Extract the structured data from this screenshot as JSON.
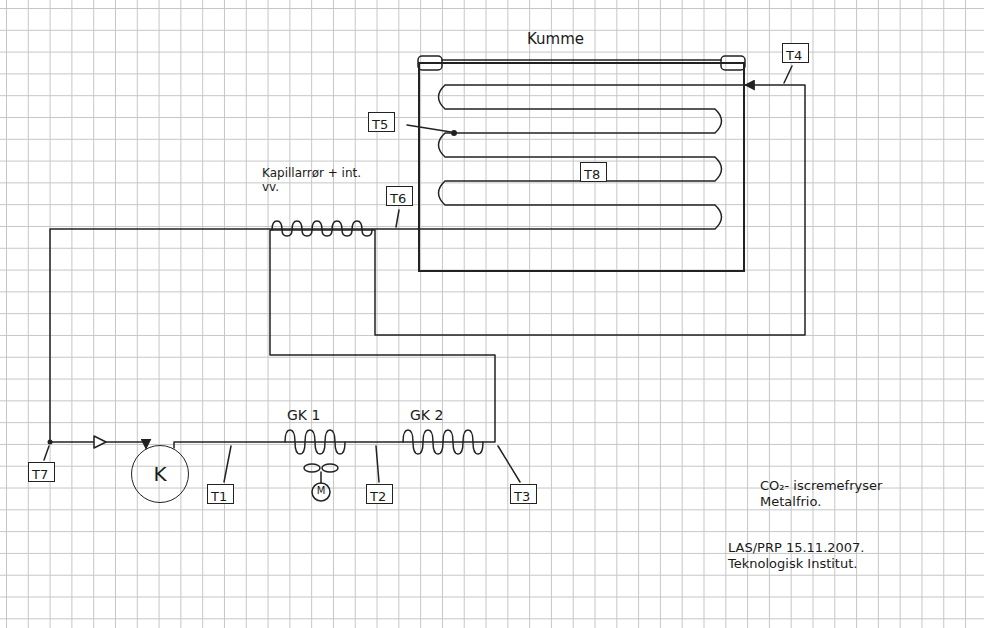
{
  "diagram": {
    "nodes": [
      {
        "text": [
          "Kumme"
        ]
      },
      {
        "text": [
          "T4"
        ]
      },
      {
        "text": [
          "T5"
        ]
      },
      {
        "text": [
          "T8"
        ],
        "in": 0
      },
      {
        "text": [
          "T6"
        ]
      },
      {
        "text": [
          "T7"
        ]
      },
      {
        "text": [
          "K"
        ]
      },
      {
        "text": [
          "T1"
        ]
      },
      {
        "text": [
          "T2"
        ]
      },
      {
        "text": [
          "T3"
        ]
      }
    ],
    "edges": [
      {
        "from": 6,
        "to": 0,
        "arrow": "to"
      },
      {
        "from": 0,
        "to": 6,
        "arrow": "to"
      }
    ],
    "labels": [
      "Kapillarrør + int. vv.",
      "GK 1",
      "GK 2",
      "M",
      "CO₂- iscremefryser Metalfrio.",
      "LAS/PRP 15.11.2007. Teknologisk Institut."
    ]
  }
}
